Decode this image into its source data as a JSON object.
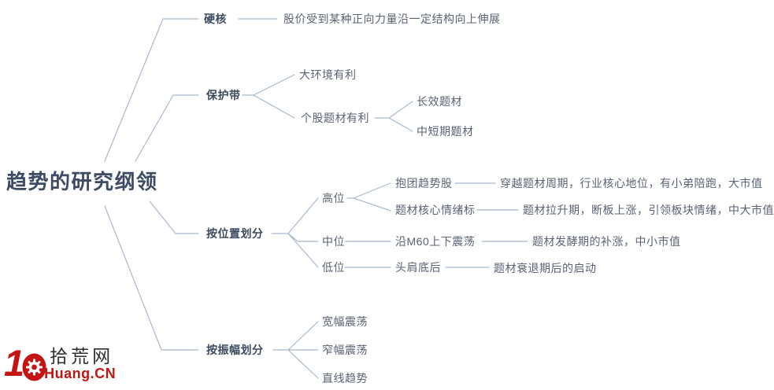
{
  "title": "趋势的研究纲领",
  "colors": {
    "line": "#a7bace",
    "root_text": "#3d4b63",
    "branch_text": "#3c4a5e",
    "leaf_text": "#596374",
    "logo_red": "#c41414",
    "logo_dark": "#2e2e2e"
  },
  "map": {
    "root": "趋势的研究纲领",
    "hardcore": {
      "label": "硬核",
      "desc": "股价受到某种正向力量沿一定结构向上伸展"
    },
    "protection": {
      "label": "保护带",
      "macro_env": "大环境有利",
      "stock_theme": "个股题材有利",
      "long_theme": "长效题材",
      "mid_short_theme": "中短期题材"
    },
    "by_position": {
      "label": "按位置划分",
      "high": "高位",
      "huddle_stock": "抱团趋势股",
      "huddle_desc": "穿越题材周期，行业核心地位，有小弟陪跑，大市值",
      "sentiment_leader": "题材核心情绪标",
      "sentiment_desc": "题材拉升期，断板上涨，引领板块情绪，中大市值",
      "mid": "中位",
      "m60": "沿M60上下震荡",
      "m60_desc": "题材发酵期的补涨，中小市值",
      "low": "低位",
      "head_shoulder": "头肩底后",
      "low_desc": "题材衰退期后的启动"
    },
    "by_amplitude": {
      "label": "按振幅划分",
      "wide": "宽幅震荡",
      "narrow": "窄幅震荡",
      "straight": "直线趋势"
    }
  },
  "logo": {
    "number": "1",
    "site_name": "拾荒网",
    "site_domain": "Huang.CN"
  }
}
